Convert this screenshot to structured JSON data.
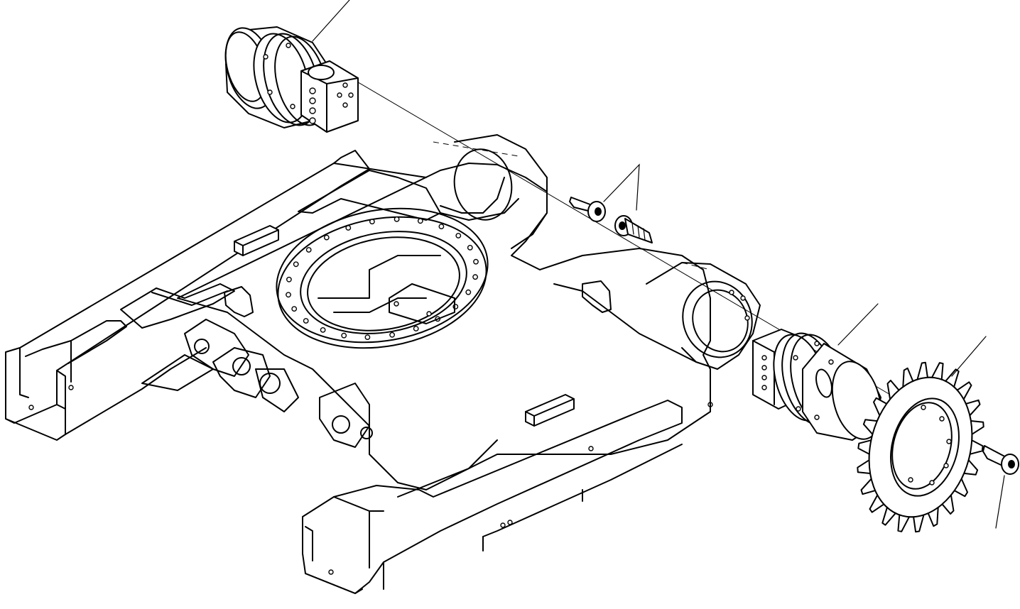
{
  "drawing": {
    "parts": [
      {
        "id": "travel-motor-left",
        "icon": "travel-motor-icon"
      },
      {
        "id": "mounting-bolts-upper",
        "icon": "bolt-icon"
      },
      {
        "id": "track-frame",
        "icon": "undercarriage-frame-icon"
      },
      {
        "id": "travel-motor-right",
        "icon": "travel-motor-icon"
      },
      {
        "id": "drive-sprocket",
        "icon": "sprocket-icon"
      },
      {
        "id": "sprocket-bolt",
        "icon": "bolt-icon"
      }
    ],
    "leader_count": 5
  }
}
